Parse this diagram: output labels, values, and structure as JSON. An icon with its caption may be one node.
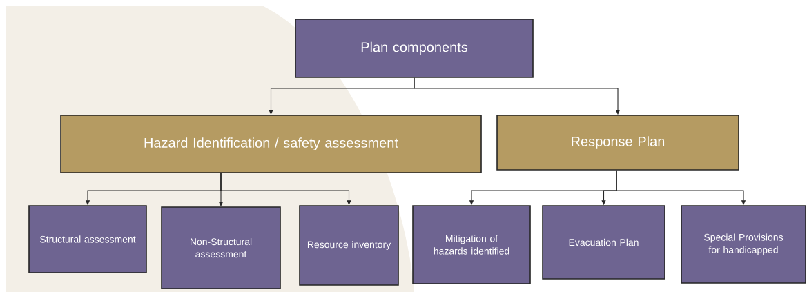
{
  "diagram": {
    "nodes": [
      {
        "text": [
          "Plan components"
        ]
      },
      {
        "text": [
          "Hazard Identification / safety assessment"
        ]
      },
      {
        "text": [
          "Response Plan"
        ]
      },
      {
        "text": [
          "Structural assessment"
        ]
      },
      {
        "text": [
          "Non-Structural assessment"
        ]
      },
      {
        "text": [
          "Resource inventory"
        ]
      },
      {
        "text": [
          "Mitigation of hazards identified"
        ]
      },
      {
        "text": [
          "Evacuation Plan"
        ]
      },
      {
        "text": [
          "Special Provisions for handicapped"
        ]
      }
    ],
    "edges": [
      {
        "from": 0,
        "to": 1,
        "arrow": "to"
      },
      {
        "from": 0,
        "to": 2,
        "arrow": "to"
      },
      {
        "from": 1,
        "to": 3,
        "arrow": "to"
      },
      {
        "from": 1,
        "to": 4,
        "arrow": "to"
      },
      {
        "from": 1,
        "to": 5,
        "arrow": "to"
      },
      {
        "from": 2,
        "to": 6,
        "arrow": "to"
      },
      {
        "from": 2,
        "to": 7,
        "arrow": "to"
      },
      {
        "from": 2,
        "to": 8,
        "arrow": "to"
      }
    ]
  }
}
